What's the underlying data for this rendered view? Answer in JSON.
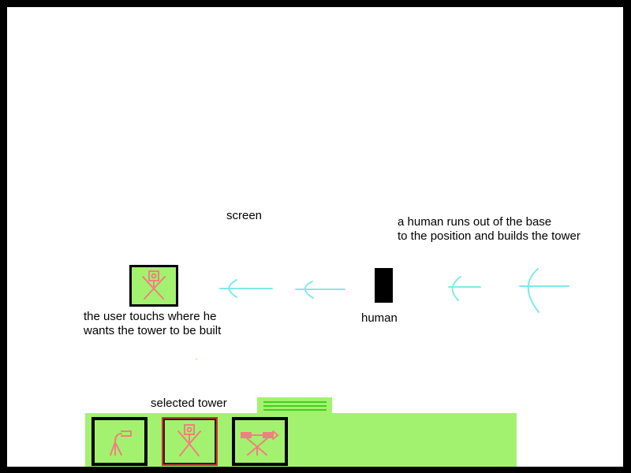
{
  "labels": {
    "screen": "screen",
    "human_runs_line1": "a human runs out of the base",
    "human_runs_line2": "to the position and builds the tower",
    "human": "human",
    "user_touch_line1": "the user touchs where he",
    "user_touch_line2": "wants the tower to be built",
    "selected_tower": "selected tower"
  },
  "colors": {
    "background": "#ffffff",
    "frame": "#000000",
    "panel_green": "#a3f26f",
    "tab_stripe": "#3fd020",
    "tower_sketch": "#f08080",
    "arrow": "#7eeaea",
    "selection": "#d83030"
  },
  "toolbar": {
    "towers": [
      {
        "icon": "cannon-tower-icon",
        "selected": false
      },
      {
        "icon": "stick-figure-tower-icon",
        "selected": true
      },
      {
        "icon": "double-cannon-tower-icon",
        "selected": false
      }
    ]
  },
  "arrows": {
    "direction": "left",
    "count": 4
  }
}
